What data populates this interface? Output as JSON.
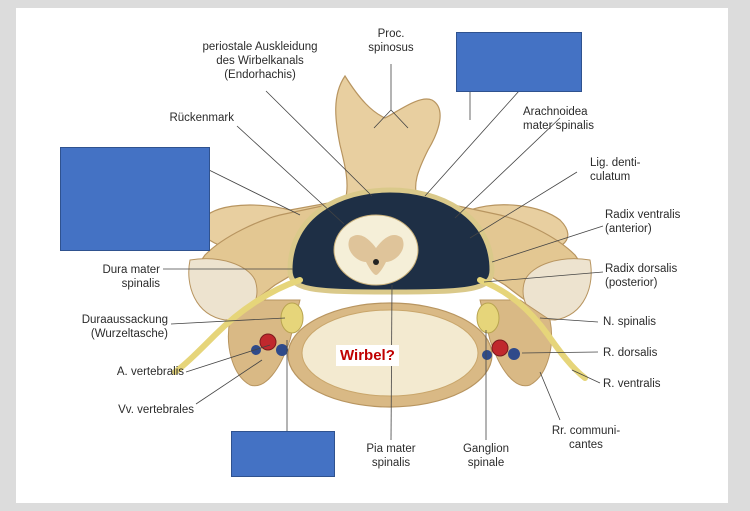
{
  "labels": {
    "proc_spinosus": "Proc.\nspinosus",
    "periostale": "periostale Auskleidung\ndes Wirbelkanals\n(Endorhachis)",
    "rueckenmark": "Rückenmark",
    "arachnoidea": "Arachnoidea\nmater spinalis",
    "lig_denticulatum": "Lig. denti-\nculatum",
    "radix_ventralis": "Radix ventralis\n(anterior)",
    "radix_dorsalis": "Radix dorsalis\n(posterior)",
    "dura_mater": "Dura mater\nspinalis",
    "duraaussackung": "Duraaussackung\n(Wurzeltasche)",
    "n_spinalis": "N. spinalis",
    "r_dorsalis": "R. dorsalis",
    "a_vertebralis": "A. vertebralis",
    "r_ventralis": "R. ventralis",
    "vv_vertebrales": "Vv. vertebrales",
    "pia_mater": "Pia mater\nspinalis",
    "ganglion": "Ganglion\nspinale",
    "rr_communicantes": "Rr. communi-\ncantes",
    "wirbel": "Wirbel?"
  },
  "colors": {
    "bone": "#e8cfa0",
    "bone_dark": "#c9a66b",
    "disc": "#f3ead0",
    "dura": "#dac98a",
    "csf": "#1e2f45",
    "cord": "#f5efd8",
    "grey_matter": "#d9b98b",
    "nerve": "#e6d57a",
    "artery": "#c0282d",
    "vein": "#2f4a8a",
    "box": "#4472c4",
    "question": "#c00000"
  }
}
